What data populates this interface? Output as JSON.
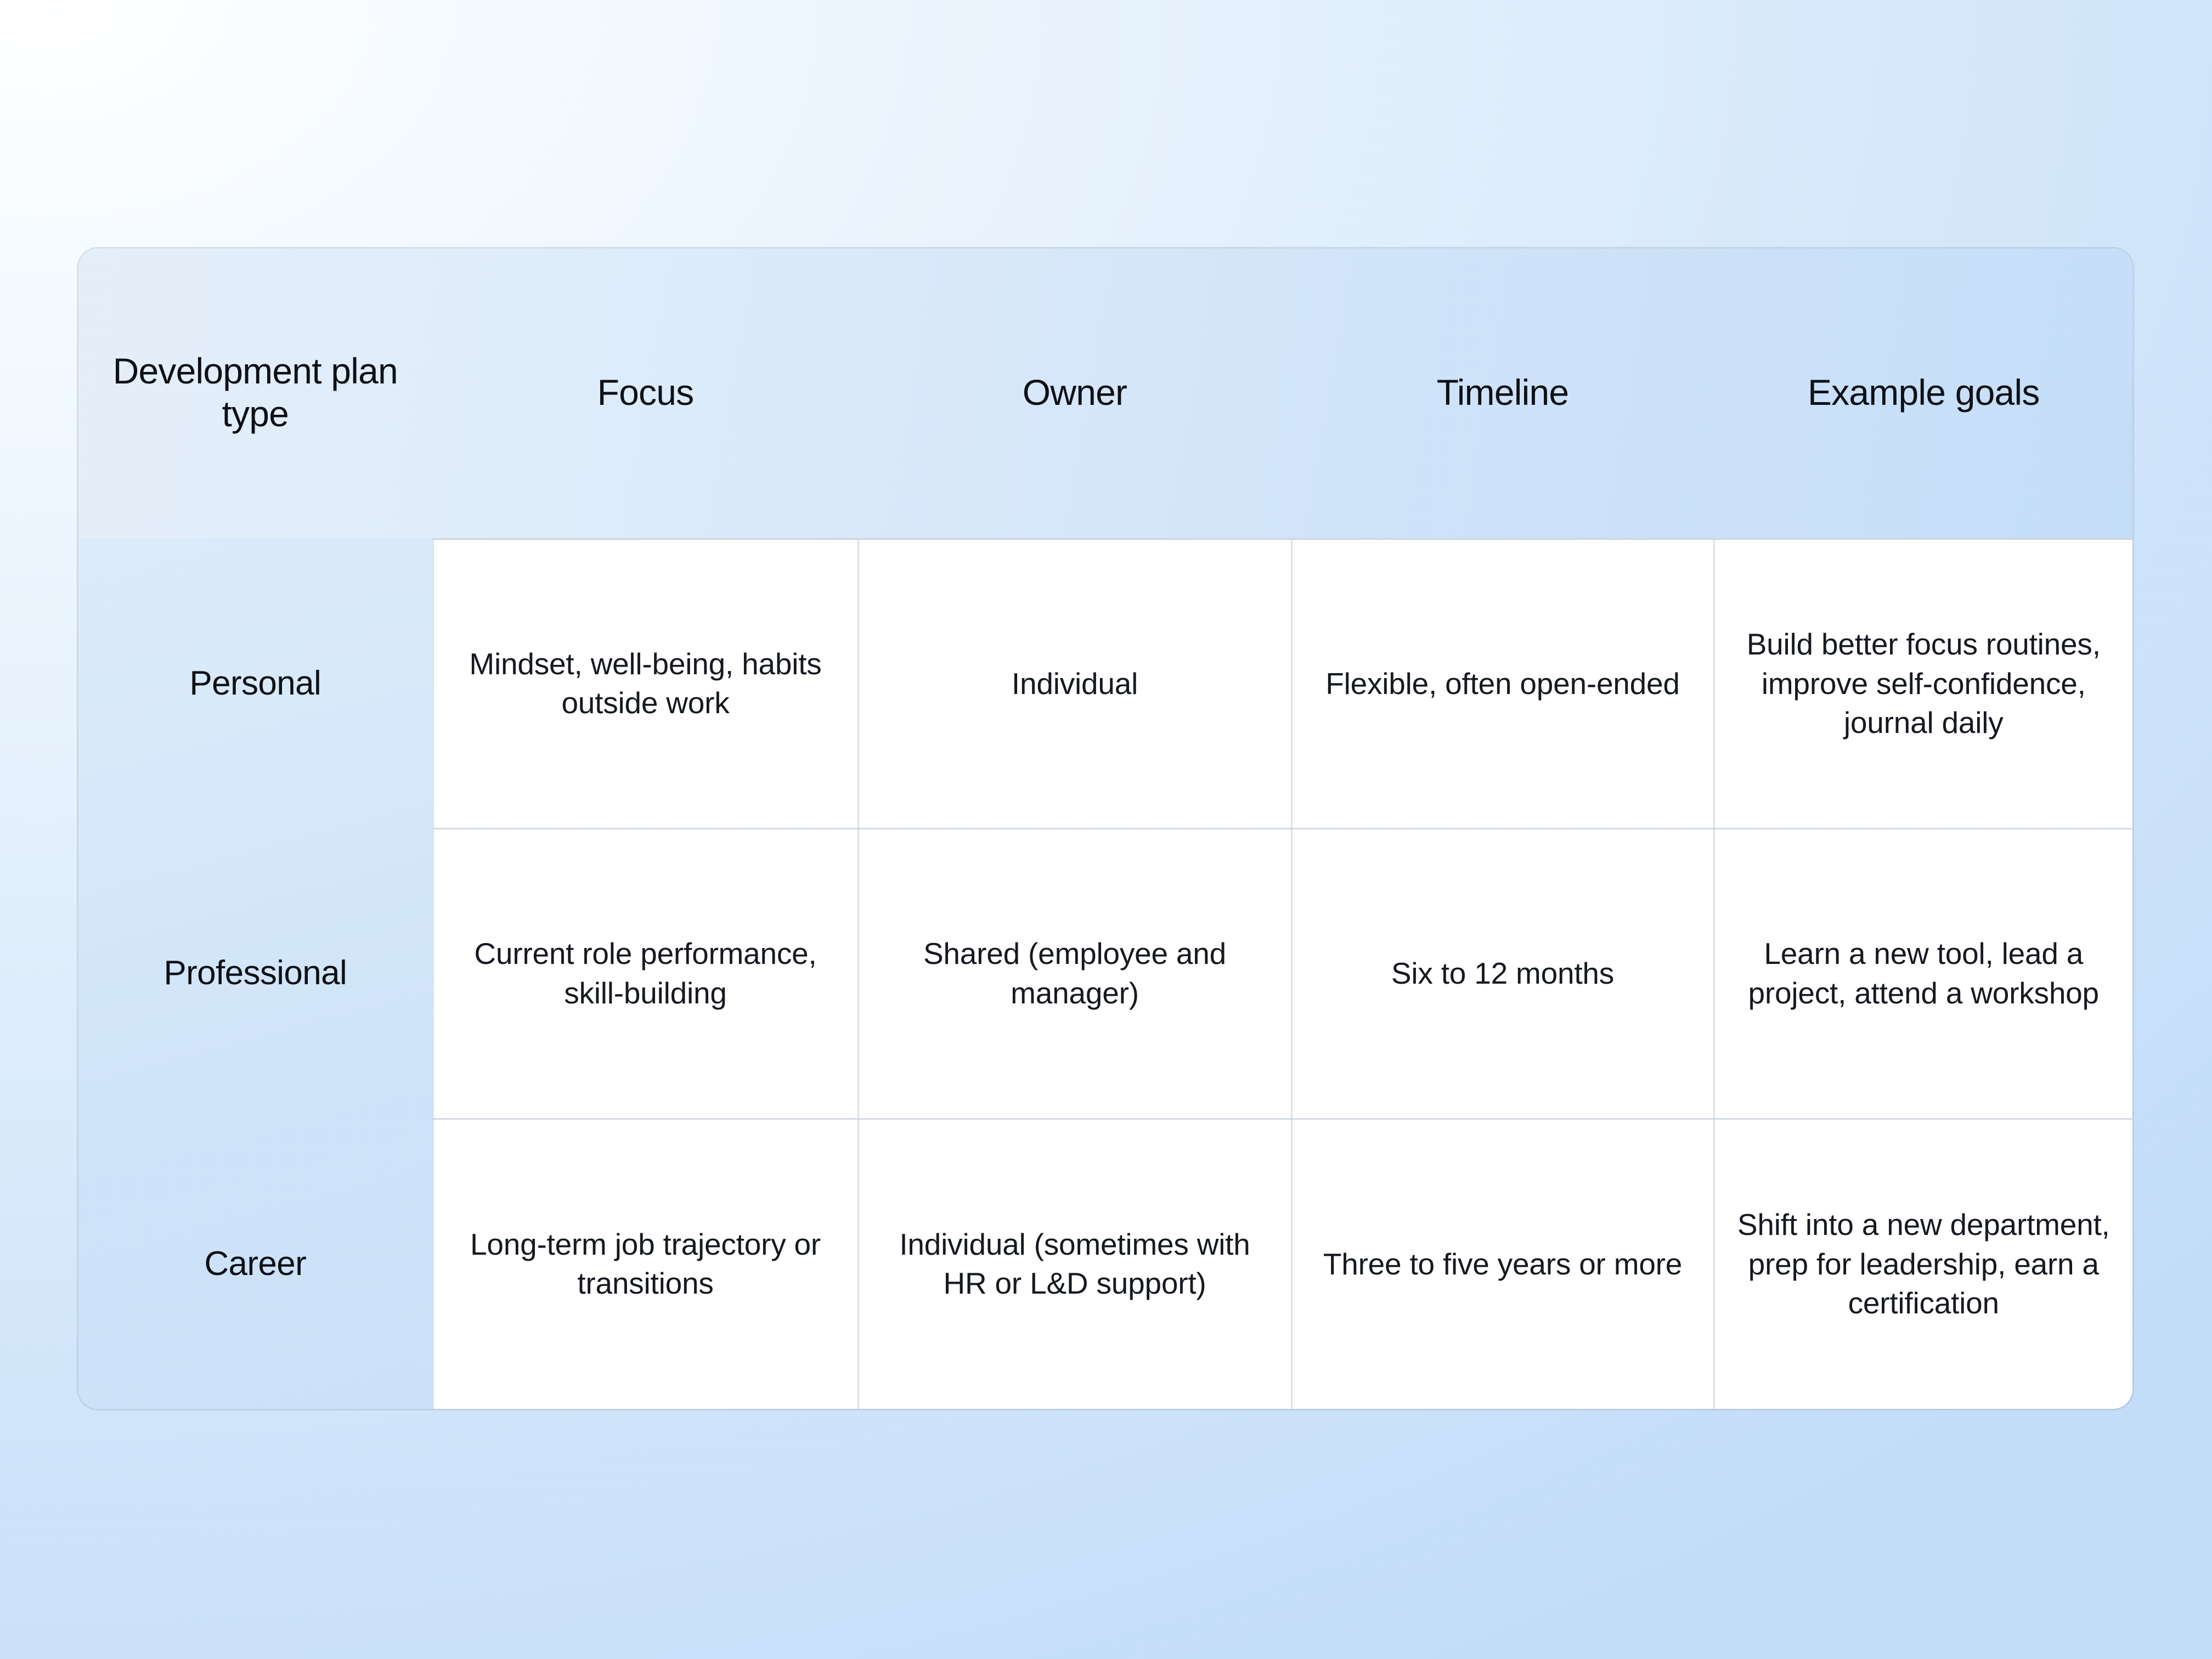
{
  "table": {
    "name": "development-plan-type-comparison",
    "columns": [
      {
        "key": "type",
        "label": "Development plan type"
      },
      {
        "key": "focus",
        "label": "Focus"
      },
      {
        "key": "owner",
        "label": "Owner"
      },
      {
        "key": "timeline",
        "label": "Timeline"
      },
      {
        "key": "goals",
        "label": "Example goals"
      }
    ],
    "rows": [
      {
        "type": "Personal",
        "focus": "Mindset, well-being, habits outside work",
        "owner": "Individual",
        "timeline": "Flexible, often open-ended",
        "goals": "Build better focus routines, improve self-confidence, journal daily"
      },
      {
        "type": "Professional",
        "focus": "Current role performance, skill-building",
        "owner": "Shared (employee and manager)",
        "timeline": "Six to 12 months",
        "goals": "Learn a new tool, lead a project, attend a workshop"
      },
      {
        "type": "Career",
        "focus": "Long-term job trajectory or transitions",
        "owner": "Individual (sometimes with HR or L&D support)",
        "timeline": "Three to five years or more",
        "goals": "Shift into a new department, prep for leadership, earn a certification"
      }
    ]
  },
  "theme": {
    "page_background_light": "#f4faff",
    "page_background_deep": "#c3ddf8",
    "header_background_light": "#e4eef9",
    "header_background_deep": "#c5def8",
    "row_header_background": "#d4e7f9",
    "cell_background": "#ffffff",
    "divider_color": "#b9c6d6",
    "text_color": "#0b0e12"
  }
}
